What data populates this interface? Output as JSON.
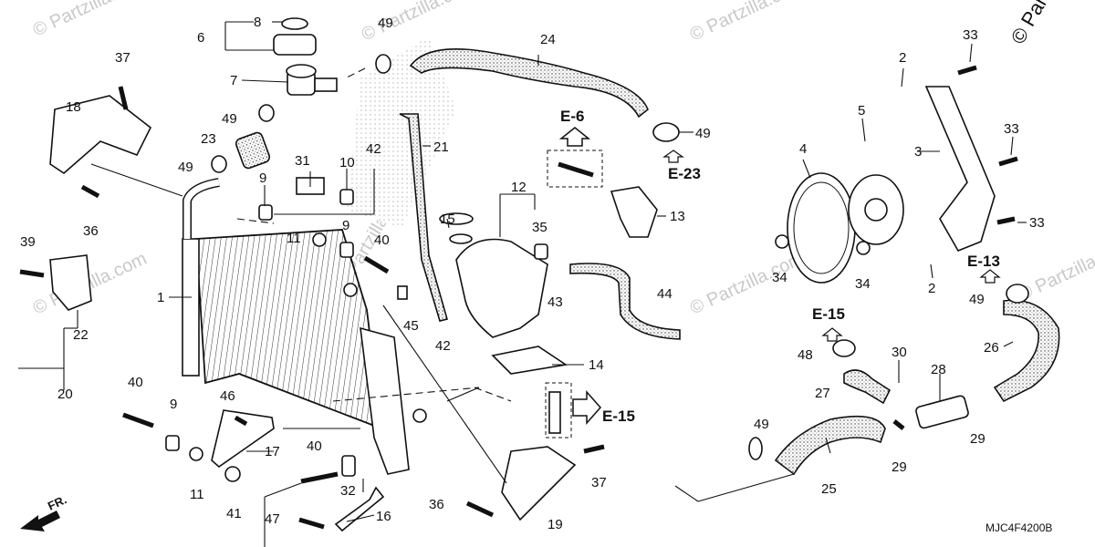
{
  "watermark": {
    "brand_text": "© Partzilla.com",
    "corner_copyright": "© Partz",
    "diagonal_text": "© Partzilla.com"
  },
  "diagram_code": "MJC4F4200B",
  "front_indicator": "FR.",
  "references": {
    "e6": "E-6",
    "e23": "E-23",
    "e13": "E-13",
    "e15_left": "E-15",
    "e15_right": "E-15"
  },
  "callouts": {
    "n1": "1",
    "n2a": "2",
    "n2b": "2",
    "n3": "3",
    "n4": "4",
    "n5": "5",
    "n6": "6",
    "n7": "7",
    "n8": "8",
    "n9a": "9",
    "n9b": "9",
    "n9c": "9",
    "n10": "10",
    "n11a": "11",
    "n11b": "11",
    "n12": "12",
    "n13": "13",
    "n14": "14",
    "n15": "15",
    "n16": "16",
    "n17": "17",
    "n18": "18",
    "n19": "19",
    "n20": "20",
    "n21": "21",
    "n22": "22",
    "n23": "23",
    "n24": "24",
    "n25": "25",
    "n26": "26",
    "n27": "27",
    "n28": "28",
    "n29a": "29",
    "n29b": "29",
    "n30": "30",
    "n31": "31",
    "n32": "32",
    "n33a": "33",
    "n33b": "33",
    "n33c": "33",
    "n34a": "34",
    "n34b": "34",
    "n35": "35",
    "n36a": "36",
    "n36b": "36",
    "n37a": "37",
    "n37b": "37",
    "n39": "39",
    "n40a": "40",
    "n40b": "40",
    "n40c": "40",
    "n41": "41",
    "n42a": "42",
    "n42b": "42",
    "n43": "43",
    "n44": "44",
    "n45": "45",
    "n46": "46",
    "n47": "47",
    "n48": "48",
    "n49a": "49",
    "n49b": "49",
    "n49c": "49",
    "n49d": "49",
    "n49e": "49",
    "n49f": "49"
  },
  "colors": {
    "ink": "#111111",
    "watermark": "#c9c9c9",
    "background": "#ffffff"
  }
}
